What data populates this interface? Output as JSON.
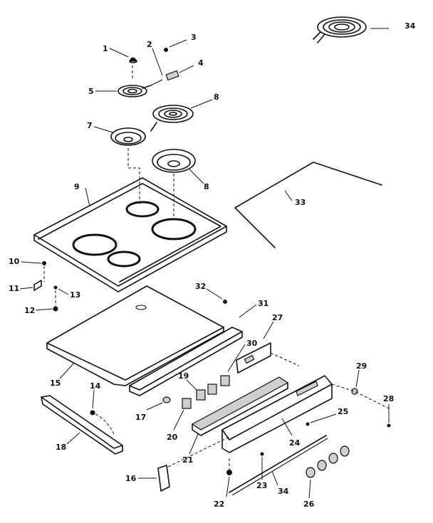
{
  "callouts": {
    "c1": "1",
    "c2": "2",
    "c3": "3",
    "c4": "4",
    "c5": "5",
    "c6": "8",
    "c7": "7",
    "c8": "8",
    "c9": "9",
    "c10": "10",
    "c11": "11",
    "c12": "12",
    "c13": "13",
    "c14": "14",
    "c15": "15",
    "c16": "16",
    "c17": "17",
    "c18": "18",
    "c19": "19",
    "c20": "20",
    "c21": "21",
    "c22": "22",
    "c23": "23",
    "c24": "24",
    "c25": "25",
    "c26": "26",
    "c27": "27",
    "c28": "28",
    "c29": "29",
    "c30": "30",
    "c31": "31",
    "c32": "32",
    "c33": "33",
    "c34": "34",
    "c34b": "34"
  }
}
